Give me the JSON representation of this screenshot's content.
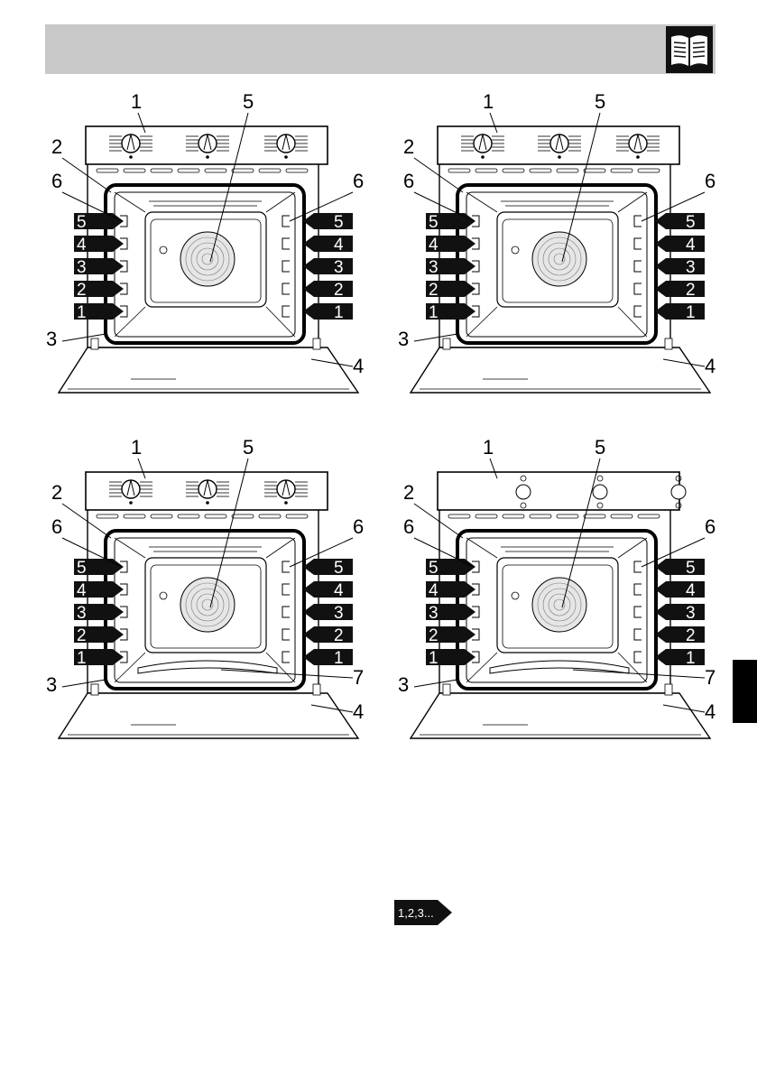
{
  "header": {
    "icon": "open-book-icon",
    "bar_color": "#c8c8c8"
  },
  "figures": [
    {
      "id": "oven-a",
      "callouts": {
        "panel": "1",
        "frame": "2",
        "seal": "3",
        "door": "4",
        "fan": "5",
        "guides_left": "6",
        "guides_right": "6"
      },
      "shelf_levels": [
        "5",
        "4",
        "3",
        "2",
        "1"
      ]
    },
    {
      "id": "oven-b",
      "callouts": {
        "panel": "1",
        "frame": "2",
        "seal": "3",
        "door": "4",
        "fan": "5",
        "guides_left": "6",
        "guides_right": "6"
      },
      "shelf_levels": [
        "5",
        "4",
        "3",
        "2",
        "1"
      ]
    },
    {
      "id": "oven-c",
      "callouts": {
        "panel": "1",
        "frame": "2",
        "seal": "3",
        "door": "4",
        "fan": "5",
        "guides_left": "6",
        "guides_right": "6",
        "element": "7"
      },
      "shelf_levels": [
        "5",
        "4",
        "3",
        "2",
        "1"
      ]
    },
    {
      "id": "oven-d",
      "callouts": {
        "panel": "1",
        "frame": "2",
        "seal": "3",
        "door": "4",
        "fan": "5",
        "guides_left": "6",
        "guides_right": "6",
        "element": "7"
      },
      "shelf_levels": [
        "5",
        "4",
        "3",
        "2",
        "1"
      ]
    }
  ],
  "sequence_tag": {
    "label": "1,2,3..."
  },
  "side_tab": {
    "color": "#000000"
  }
}
